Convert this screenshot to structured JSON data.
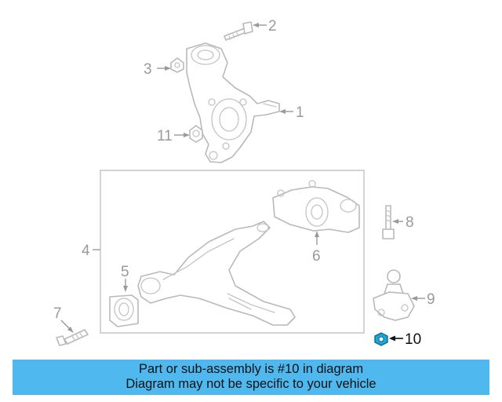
{
  "callouts": {
    "c1": "1",
    "c2": "2",
    "c3": "3",
    "c4": "4",
    "c5": "5",
    "c6": "6",
    "c7": "7",
    "c8": "8",
    "c9": "9",
    "c10": "10",
    "c11": "11"
  },
  "highlighted_part": "10",
  "highlight_color": "#1aa7d8",
  "banner": {
    "line1": "Part or sub-assembly is #10 in diagram",
    "line2": "Diagram may not be specific to your vehicle",
    "background": "#4fb8ee"
  }
}
